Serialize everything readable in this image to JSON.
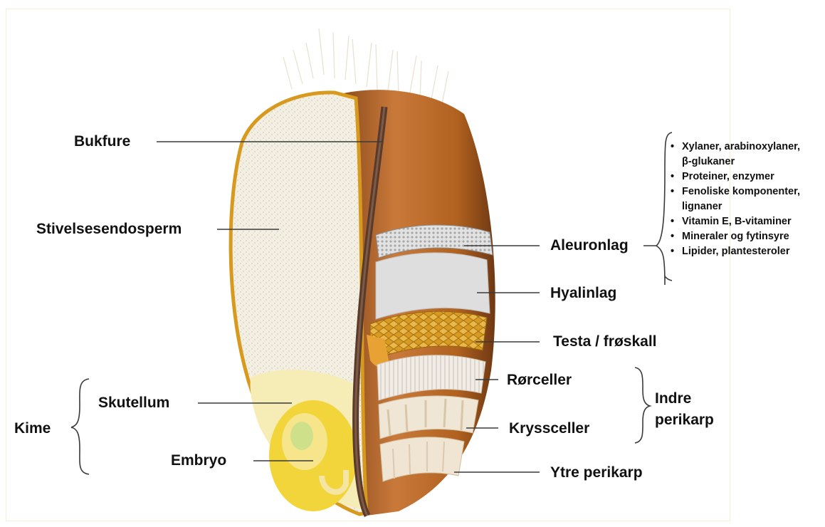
{
  "labels": {
    "bukfure": "Bukfure",
    "stivelsesendosperm": "Stivelsesendosperm",
    "aleuronlag": "Aleuronlag",
    "hyalinlag": "Hyalinlag",
    "testa": "Testa / frøskall",
    "rorceller": "Rørceller",
    "kryssceller": "Kryssceller",
    "indre": "Indre",
    "perikarp": "perikarp",
    "ytre_perikarp": "Ytre perikarp",
    "kime": "Kime",
    "skutellum": "Skutellum",
    "embryo": "Embryo"
  },
  "aleuron_contents": [
    {
      "line1": "Xylaner, arabinoxylaner,",
      "line2": "β-glukaner"
    },
    {
      "line1": "Proteiner, enzymer",
      "line2": ""
    },
    {
      "line1": "Fenoliske komponenter,",
      "line2": "lignaner"
    },
    {
      "line1": "Vitamin E, B-vitaminer",
      "line2": ""
    },
    {
      "line1": "Mineraler og fytinsyre",
      "line2": ""
    },
    {
      "line1": "Lipider, plantesteroler",
      "line2": ""
    }
  ],
  "colors": {
    "bran": "#b5651d",
    "endosperm": "#f3ede0",
    "germ": "#f5df5a",
    "aleurone": "#e4e4e4",
    "testa": "#d9a126",
    "furrow": "#5a3a2a"
  }
}
